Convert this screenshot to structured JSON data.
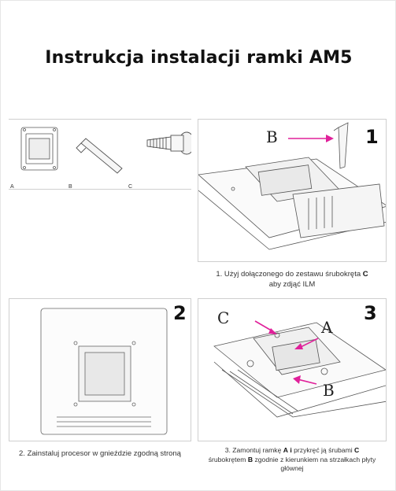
{
  "title": "Instrukcja instalacji ramki AM5",
  "parts": {
    "a": "A",
    "b": "B",
    "c": "C"
  },
  "step1": {
    "number": "1",
    "callout_b": "B",
    "caption_pre": "1. Użyj dołączonego do zestawu śrubokręta",
    "caption_tool": "C",
    "caption_post": "aby zdjąć ILM"
  },
  "step2": {
    "number": "2",
    "caption": "2. Zainstaluj procesor w gnieździe zgodną stroną"
  },
  "step3": {
    "number": "3",
    "callout_c": "C",
    "callout_a": "A",
    "callout_b": "B",
    "caption_1": "3. Zamontuj ramkę",
    "caption_frame": "A",
    "caption_and": "i",
    "caption_2": "przykręć ją śrubami",
    "caption_screws": "C",
    "caption_3": "śrubokrętem",
    "caption_driver": "B",
    "caption_4": "zgodnie z kierunkiem na strzałkach płyty głównej"
  },
  "colors": {
    "arrow": "#e0209a",
    "line": "#555555",
    "title": "#111111"
  }
}
